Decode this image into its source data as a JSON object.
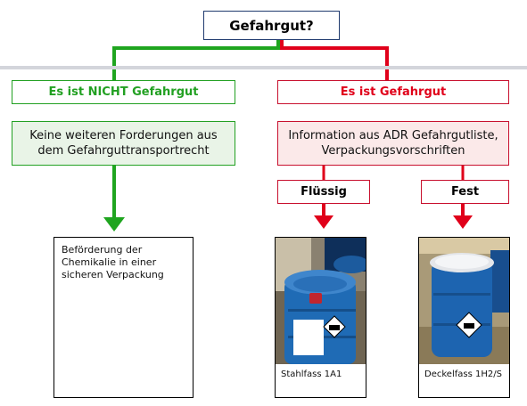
{
  "root": {
    "label": "Gefahrgut?"
  },
  "left": {
    "heading": "Es ist NICHT Gefahrgut",
    "body_line1": "Keine weiteren Forderungen aus",
    "body_line2": "dem Gefahrguttransportrecht",
    "result_line1": "Beförderung der",
    "result_line2": "Chemikalie in einer",
    "result_line3": "sicheren Verpackung",
    "color": "#22a022"
  },
  "right": {
    "heading": "Es ist Gefahrgut",
    "body_line1": "Information aus ADR Gefahrgutliste,",
    "body_line2": "Verpackungsvorschriften",
    "color": "#e0001a",
    "branches": [
      {
        "label": "Flüssig",
        "caption": "Stahlfass 1A1"
      },
      {
        "label": "Fest",
        "caption": "Deckelfass 1H2/S"
      }
    ]
  }
}
